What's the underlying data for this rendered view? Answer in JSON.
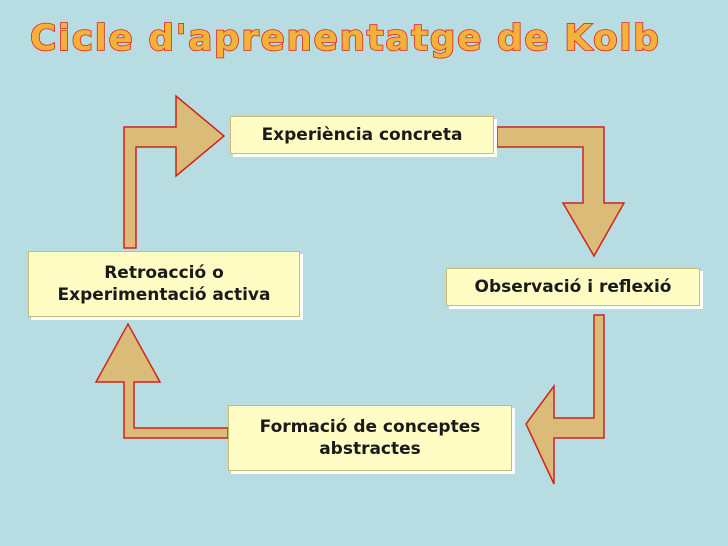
{
  "title": "Cicle d'aprenentatge de Kolb",
  "stages": {
    "experience": "Experiència concreta",
    "observation": "Observació i reflexió",
    "conceptualization_line1": "Formació de conceptes",
    "conceptualization_line2": "abstractes",
    "experimentation_line1": "Retroacció o",
    "experimentation_line2": "Experimentació activa"
  },
  "colors": {
    "background": "#b7dde2",
    "box_fill": "#fffcc4",
    "arrow_fill": "#dbbb78",
    "arrow_outline": "#d0241c",
    "title_fill": "#f4b23a",
    "title_outline": "#e0261c"
  }
}
